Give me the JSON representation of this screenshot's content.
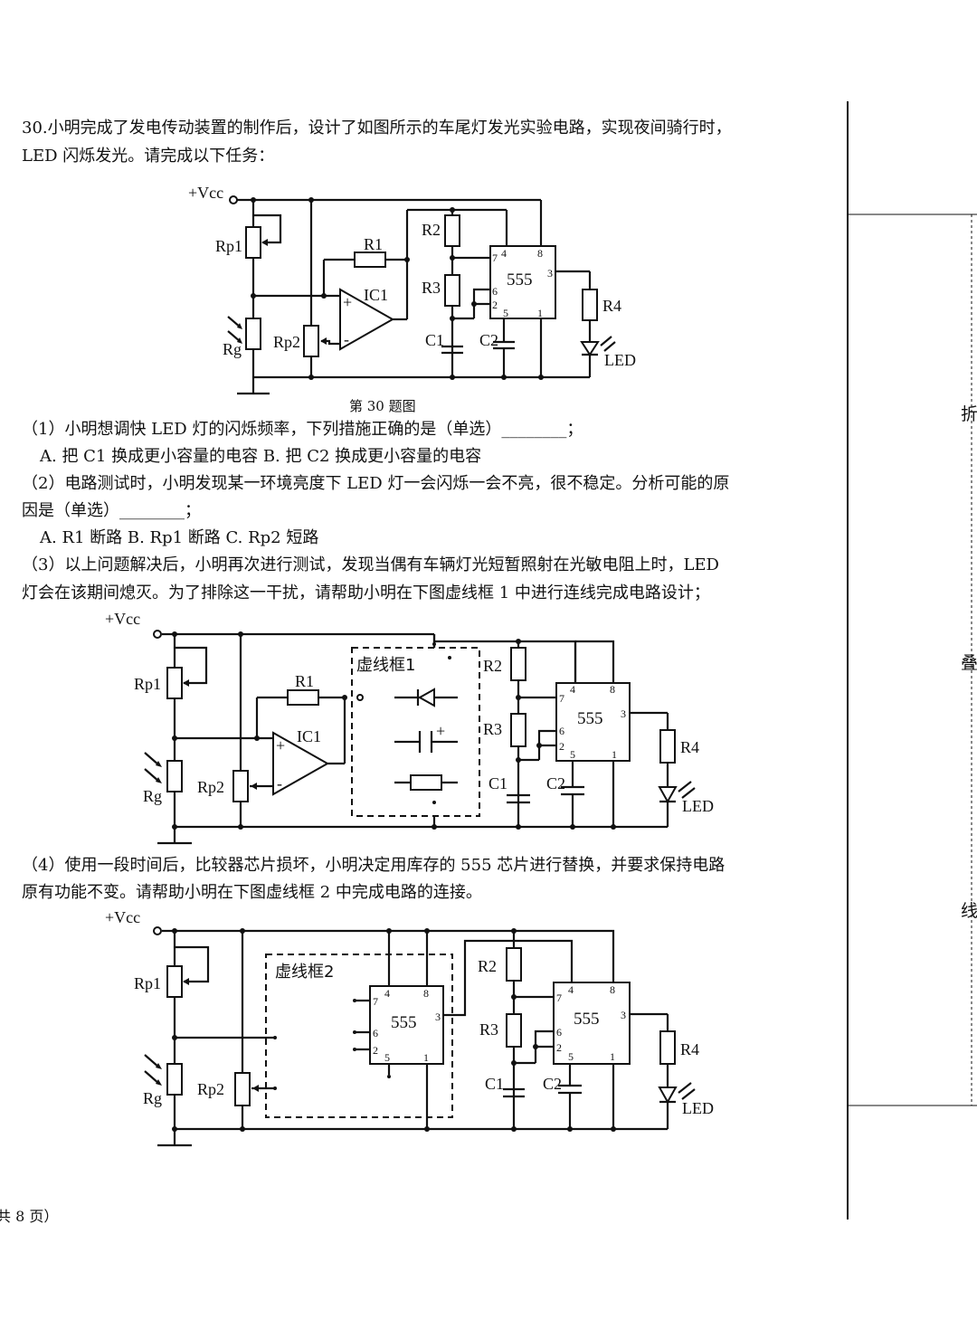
{
  "question": {
    "line1": "30.小明完成了发电传动装置的制作后，设计了如图所示的车尾灯发光实验电路，实现夜间骑行时，",
    "line2": "LED 闪烁发光。请完成以下任务：",
    "figure_caption": "第 30 题图",
    "q1": "（1）小明想调快 LED 灯的闪烁频率，下列措施正确的是（单选）________；",
    "q1_options": "A. 把 C1 换成更小容量的电容     B. 把 C2 换成更小容量的电容",
    "q2_line1": "（2）电路测试时，小明发现某一环境亮度下 LED 灯一会闪烁一会不亮，很不稳定。分析可能的原",
    "q2_line2": "因是（单选）________；",
    "q2_options": "A. R1 断路       B. Rp1 断路         C. Rp2 短路",
    "q3_line1": "（3）以上问题解决后，小明再次进行测试，发现当偶有车辆灯光短暂照射在光敏电阻上时，LED",
    "q3_line2": "灯会在该期间熄灭。为了排除这一干扰，请帮助小明在下图虚线框 1 中进行连线完成电路设计；",
    "q4_line1": "（4）使用一段时间后，比较器芯片损坏，小明决定用库存的 555 芯片进行替换，并要求保持电路",
    "q4_line2": "原有功能不变。请帮助小明在下图虚线框 2 中完成电路的连接。"
  },
  "labels": {
    "vcc": "+Vcc",
    "rp1": "Rp1",
    "rg": "Rg",
    "rp2": "Rp2",
    "r1": "R1",
    "ic1": "IC1",
    "r2": "R2",
    "r3": "R3",
    "r4": "R4",
    "c1": "C1",
    "c2": "C2",
    "led": "LED",
    "chip": "555",
    "plus": "+",
    "minus": "-",
    "dashed_box1": "虚线框1",
    "dashed_box2": "虚线框2",
    "pin1": "1",
    "pin2": "2",
    "pin3": "3",
    "pin4": "4",
    "pin5": "5",
    "pin6": "6",
    "pin7": "7",
    "pin8": "8"
  },
  "footer": {
    "page": "共 8 页）"
  },
  "binding_margin": {
    "fold": "折",
    "stack": "叠",
    "line": "线"
  }
}
